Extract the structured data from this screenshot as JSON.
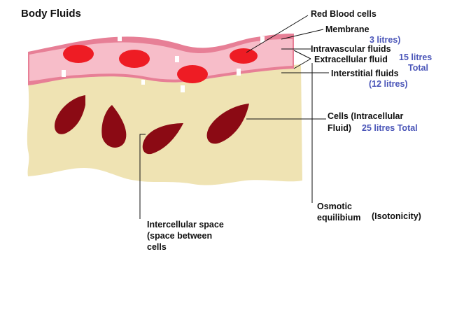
{
  "title": "Body Fluids",
  "labels": {
    "red_blood_cells": "Red Blood cells",
    "membrane": "Membrane",
    "three_litres": "3 litres)",
    "intravascular": "Intravascular fluids",
    "extracellular": "Extracellular fluid",
    "fifteen_litres": "15 litres",
    "total": "Total",
    "interstitial": "Interstitial fluids",
    "twelve_litres": "(12 litres)",
    "cells_line1": "Cells (Intracellular",
    "cells_line2": "Fluid)",
    "twentyfive_total": "25 litres Total",
    "osmotic_line1": "Osmotic",
    "osmotic_line2": "equilibium",
    "isotonicity": "(Isotonicity)",
    "intercellular_line1": "Intercellular space",
    "intercellular_line2": "(space between",
    "intercellular_line3": "cells"
  },
  "colors": {
    "tissue": "#efe3b3",
    "vessel": "#f7bdc9",
    "membrane": "#e77f96",
    "rbc": "#ee1c24",
    "cell": "#8b0a14",
    "accent_text": "#4a55b8"
  }
}
